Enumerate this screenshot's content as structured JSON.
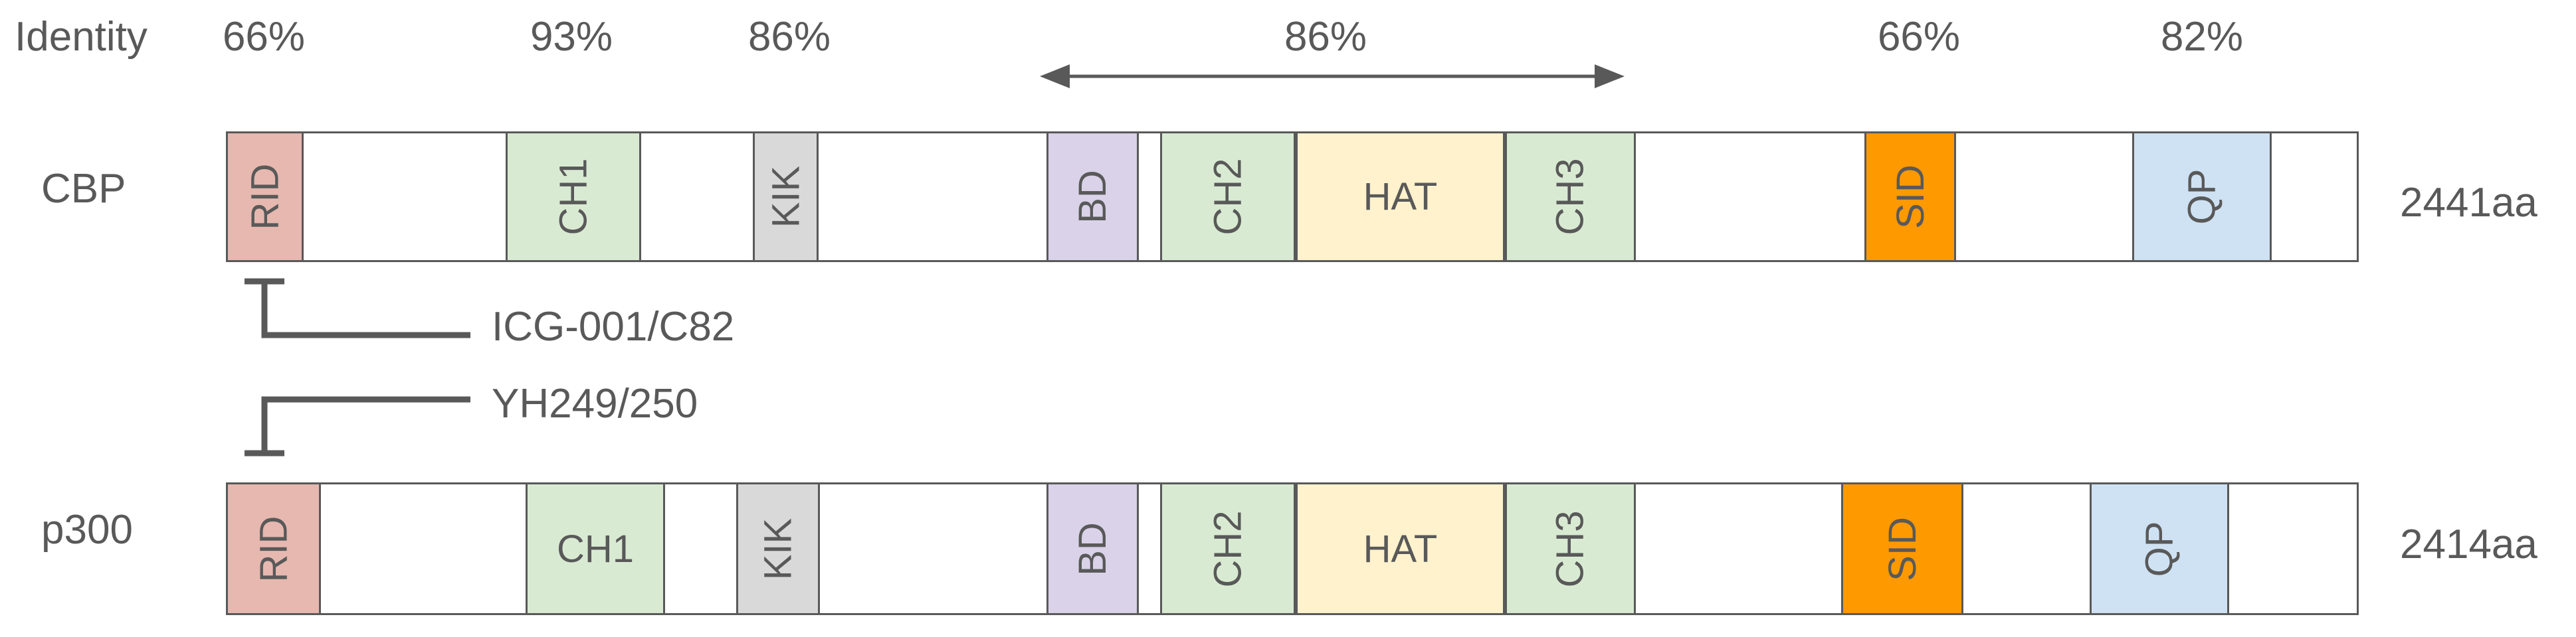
{
  "header": {
    "identity_label": "Identity",
    "identities": [
      "66%",
      "93%",
      "86%",
      "86%",
      "66%",
      "82%"
    ]
  },
  "colors": {
    "RID": "#e6b8af",
    "CH": "#d9ead3",
    "KIK": "#d9d9d9",
    "BD": "#d9d2e9",
    "HAT": "#fff2cc",
    "SID": "#ff9900",
    "QP": "#cfe2f3",
    "line": "#595959"
  },
  "proteins": [
    {
      "name": "CBP",
      "length": "2441aa",
      "domains": [
        "RID",
        "CH1",
        "KIK",
        "BD",
        "CH2",
        "HAT",
        "CH3",
        "SID",
        "QP"
      ]
    },
    {
      "name": "p300",
      "length": "2414aa",
      "domains": [
        "RID",
        "CH1",
        "KIK",
        "BD",
        "CH2",
        "HAT",
        "CH3",
        "SID",
        "QP"
      ]
    }
  ],
  "inhibitors": {
    "cbp": "ICG-001/C82",
    "p300": "YH249/250"
  }
}
